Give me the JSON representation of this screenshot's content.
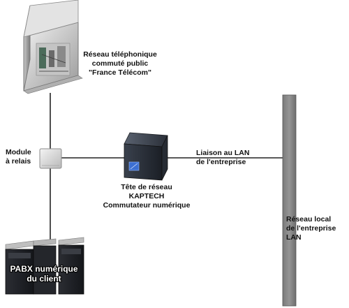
{
  "diagram": {
    "pstn_label": [
      "Réseau téléphonique",
      "commuté public",
      "\"France Télécom\""
    ],
    "relay_label": [
      "Module",
      "à relais"
    ],
    "kaptech_label": [
      "Tête de réseau",
      "KAPTECH",
      "Commutateur numérique"
    ],
    "lan_link_label": [
      "Liaison au LAN",
      "de l'entreprise"
    ],
    "local_net_label": [
      "Réseau local",
      "de l'entreprise",
      "LAN"
    ],
    "pabx_label": [
      "PABX numérique",
      "du client"
    ]
  }
}
